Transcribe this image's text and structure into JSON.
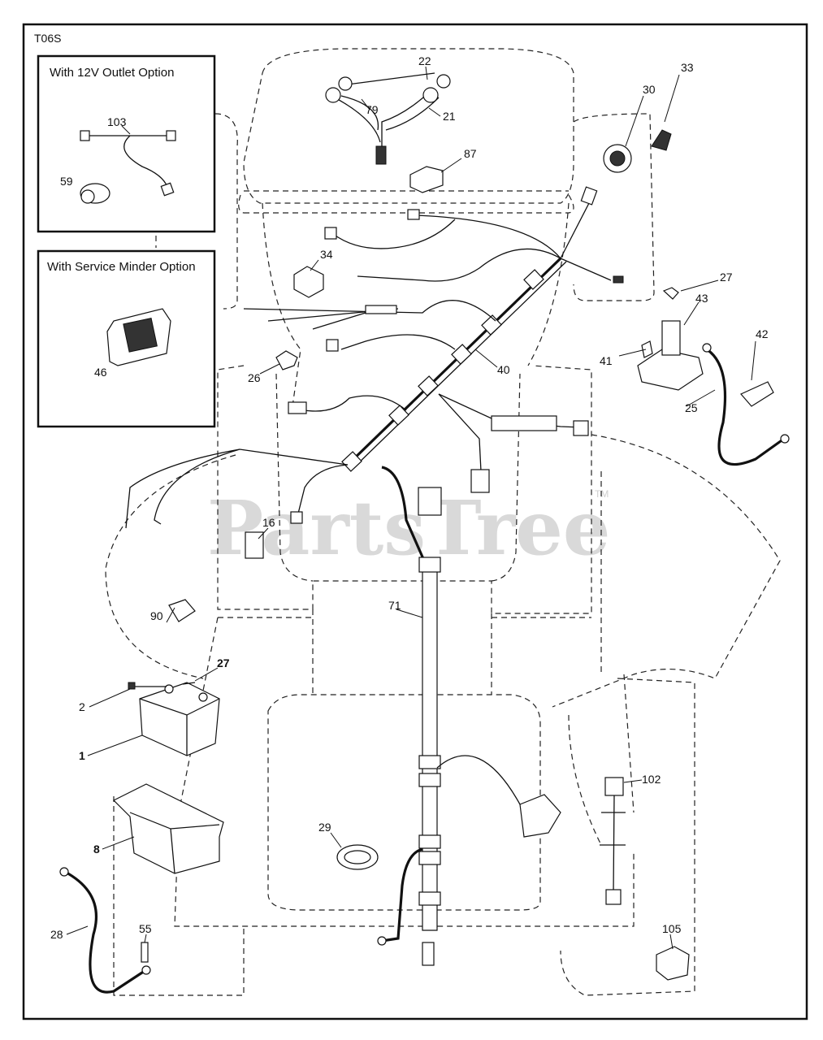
{
  "diagram_code": "T06S",
  "insets": {
    "outlet": {
      "title": "With 12V Outlet Option",
      "parts": [
        "103",
        "59"
      ]
    },
    "minder": {
      "title": "With Service Minder Option",
      "parts": [
        "46"
      ]
    }
  },
  "watermark": {
    "text": "PartsTree",
    "tm": "TM"
  },
  "callouts": {
    "p22": "22",
    "p79": "79",
    "p21": "21",
    "p33": "33",
    "p30": "30",
    "p87": "87",
    "p34": "34",
    "p27a": "27",
    "p43": "43",
    "p42": "42",
    "p41": "41",
    "p25": "25",
    "p40": "40",
    "p26": "26",
    "p16": "16",
    "p71": "71",
    "p90": "90",
    "p27b": "27",
    "p2": "2",
    "p1": "1",
    "p8": "8",
    "p28": "28",
    "p55": "55",
    "p29": "29",
    "p102": "102",
    "p105": "105",
    "p103": "103",
    "p59": "59",
    "p46": "46"
  }
}
